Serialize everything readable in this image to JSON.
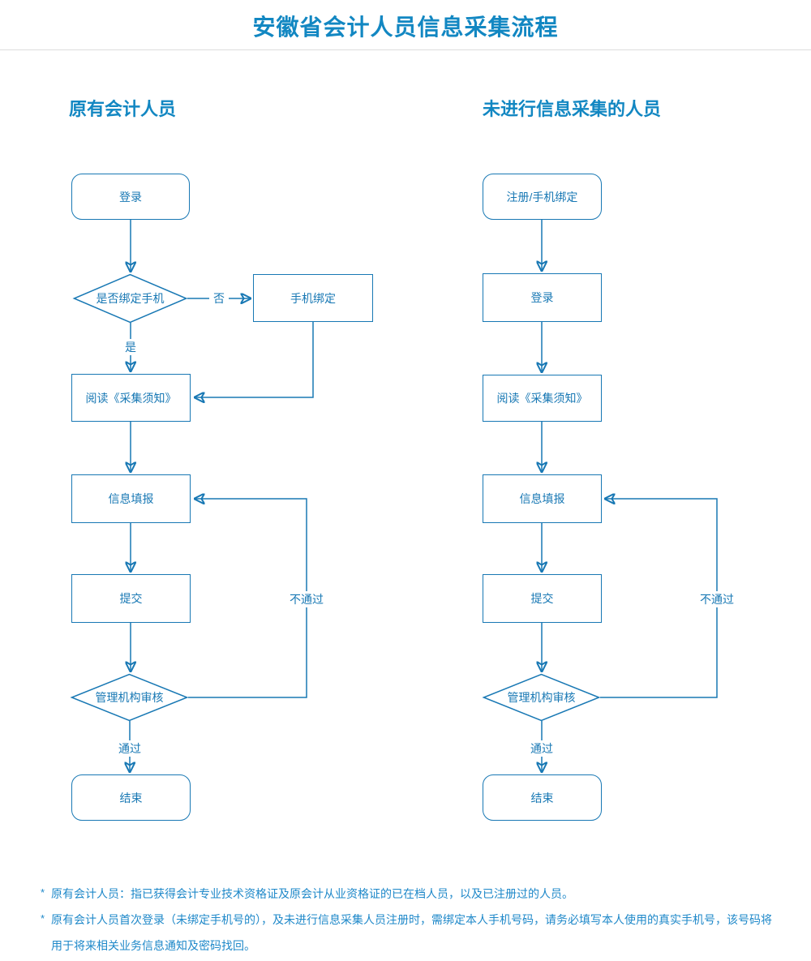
{
  "title": "安徽省会计人员信息采集流程",
  "left": {
    "header": "原有会计人员",
    "login": "登录",
    "check_phone": "是否绑定手机",
    "no": "否",
    "yes": "是",
    "bind_phone": "手机绑定",
    "read_notice": "阅读《采集须知》",
    "fill_info": "信息填报",
    "submit": "提交",
    "review": "管理机构审核",
    "fail": "不通过",
    "pass": "通过",
    "end": "结束"
  },
  "right": {
    "header": "未进行信息采集的人员",
    "register": "注册/手机绑定",
    "login": "登录",
    "read_notice": "阅读《采集须知》",
    "fill_info": "信息填报",
    "submit": "提交",
    "review": "管理机构审核",
    "fail": "不通过",
    "pass": "通过",
    "end": "结束"
  },
  "notes": [
    {
      "bullet": "*",
      "text": "原有会计人员：指已获得会计专业技术资格证及原会计从业资格证的已在档人员，以及已注册过的人员。"
    },
    {
      "bullet": "*",
      "text": "原有会计人员首次登录（未绑定手机号的），及未进行信息采集人员注册时，需绑定本人手机号码，请务必填写本人使用的真实手机号，该号码将用于将来相关业务信息通知及密码找回。"
    }
  ],
  "colors": {
    "accent": "#1287c2",
    "stroke": "#1878b4",
    "note": "#1e88c9",
    "divider": "#dcdcdc"
  }
}
